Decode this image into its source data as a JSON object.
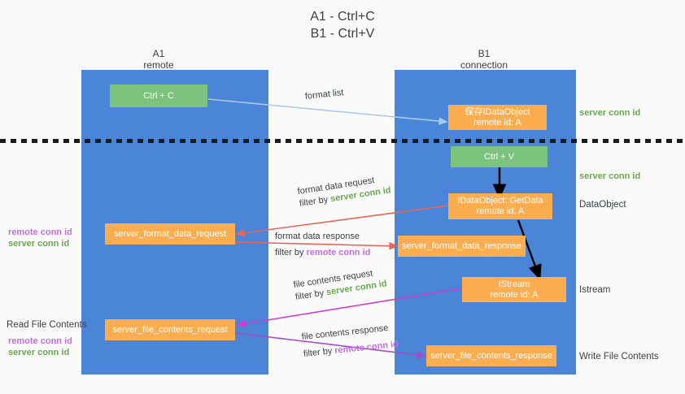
{
  "title": {
    "line1": "A1 - Ctrl+C",
    "line2": "B1 - Ctrl+V"
  },
  "columns": [
    {
      "name": "A1",
      "sub": "remote"
    },
    {
      "name": "B1",
      "sub": "connection"
    }
  ],
  "boxes": {
    "ctrl_c": {
      "label": "Ctrl + C"
    },
    "ctrl_v": {
      "label": "Ctrl + V"
    },
    "save_dataobject": {
      "line1": "保存IDataObject",
      "line2": "remote id: A"
    },
    "getdata": {
      "line1": "IDataObject::GetData",
      "line2": "remote id: A"
    },
    "istream": {
      "line1": "IStream",
      "line2": "remote id: A"
    },
    "server_format_data_request": {
      "label": "server_format_data_request"
    },
    "server_format_data_response": {
      "label": "server_format_data_response"
    },
    "server_file_contents_request": {
      "label": "server_file_contents_request"
    },
    "server_file_contents_response": {
      "label": "server_file_contents_response"
    }
  },
  "edges": {
    "format_list": {
      "label": "format list"
    },
    "format_data_request": {
      "line1": "format data request",
      "filter_prefix": "filter by ",
      "filter_key": "server conn id"
    },
    "format_data_response": {
      "line1": "format data response",
      "filter_prefix": "filter by ",
      "filter_key": "remote conn id"
    },
    "file_contents_request": {
      "line1": "file contents request",
      "filter_prefix": "filter by ",
      "filter_key": "server conn id"
    },
    "file_contents_response": {
      "line1": "file contents response",
      "filter_prefix": "filter by ",
      "filter_key": "remote conn id"
    }
  },
  "right_labels": {
    "server_conn_id_top": "server conn id",
    "server_conn_id_mid": "server conn id",
    "dataobject": "DataObject",
    "istream": "Istream",
    "write_file_contents": "Write File Contents"
  },
  "left_labels": {
    "remote_conn_id_1": "remote conn id",
    "server_conn_id_1": "server conn id",
    "read_file_contents": "Read File Contents",
    "remote_conn_id_2": "remote conn id",
    "server_conn_id_2": "server conn id"
  },
  "colors": {
    "lane_blue": "#4a85d8",
    "box_green": "#7cc47e",
    "box_orange": "#fbad4f",
    "conn_server_green": "#6aa84f",
    "conn_remote_purple": "#c26ede",
    "arrow_lightblue": "#a8cbec",
    "arrow_red": "#e8645a",
    "arrow_magenta": "#cf3ecf",
    "arrow_purple": "#a64dc4",
    "arrow_black": "#000000",
    "divider_black": "#1b1b1b",
    "page_bg": "#fafafa",
    "text_dark": "#3c4043"
  }
}
